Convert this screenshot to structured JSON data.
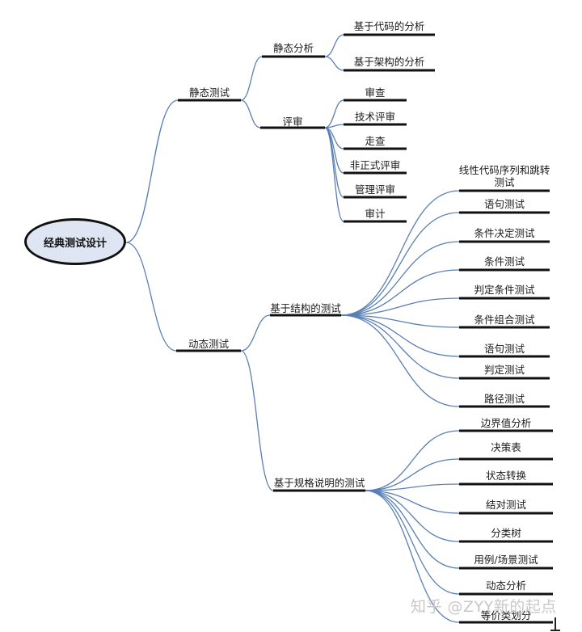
{
  "root": "经典测试设计",
  "branches": {
    "static": "静态测试",
    "static_analysis": "静态分析",
    "review": "评审",
    "dynamic": "动态测试",
    "structural": "基于结构的测试",
    "spec": "基于规格说明的测试"
  },
  "static_analysis_items": [
    "基于代码的分析",
    "基于架构的分析"
  ],
  "review_items": [
    "审查",
    "技术评审",
    "走查",
    "非正式评审",
    "管理评审",
    "审计"
  ],
  "structural_items": [
    "线性代码序列和跳转测试",
    "语句测试",
    "条件决定测试",
    "条件测试",
    "判定条件测试",
    "条件组合测试",
    "语句测试",
    "判定测试",
    "路径测试"
  ],
  "spec_items": [
    "边界值分析",
    "决策表",
    "状态转换",
    "结对测试",
    "分类树",
    "用例/场景测试",
    "动态分析",
    "等价类划分"
  ],
  "watermark": "知乎 @ZYY新的起点",
  "colors": {
    "line": "#5a7fb4",
    "bar": "#111111",
    "root_fill": "#dde6f2"
  }
}
